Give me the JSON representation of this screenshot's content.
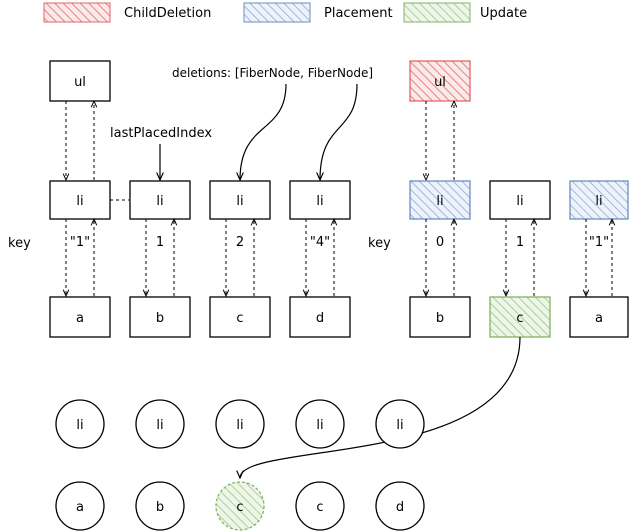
{
  "legend": [
    {
      "label": "ChildDeletion",
      "color": "#e06666",
      "fill": "#f4c6c6"
    },
    {
      "label": "Placement",
      "color": "#6c8ebf",
      "fill": "#dae8fc"
    },
    {
      "label": "Update",
      "color": "#82b366",
      "fill": "#d5e8d4"
    }
  ],
  "left_tree": {
    "parent_label": "ul",
    "key_label": "key",
    "nodes": [
      {
        "li": "li",
        "key": "\"1\"",
        "child": "a"
      },
      {
        "li": "li",
        "key": "1",
        "child": "b"
      },
      {
        "li": "li",
        "key": "2",
        "child": "c"
      },
      {
        "li": "li",
        "key": "\"4\"",
        "child": "d"
      }
    ]
  },
  "annotations": {
    "last_placed_index": "lastPlacedIndex",
    "deletions": "deletions: [FiberNode, FiberNode]"
  },
  "right_tree": {
    "parent_label": "ul",
    "key_label": "key",
    "nodes": [
      {
        "li": "li",
        "key": "0",
        "child": "b",
        "li_effect": "Placement",
        "child_effect": "none"
      },
      {
        "li": "li",
        "key": "1",
        "child": "c",
        "li_effect": "none",
        "child_effect": "Update"
      },
      {
        "li": "li",
        "key": "\"1\"",
        "child": "a",
        "li_effect": "Placement",
        "child_effect": "none"
      }
    ]
  },
  "bottom_circles": {
    "row1": [
      "li",
      "li",
      "li",
      "li",
      "li"
    ],
    "row2": [
      "a",
      "b",
      "c",
      "c",
      "d"
    ]
  }
}
